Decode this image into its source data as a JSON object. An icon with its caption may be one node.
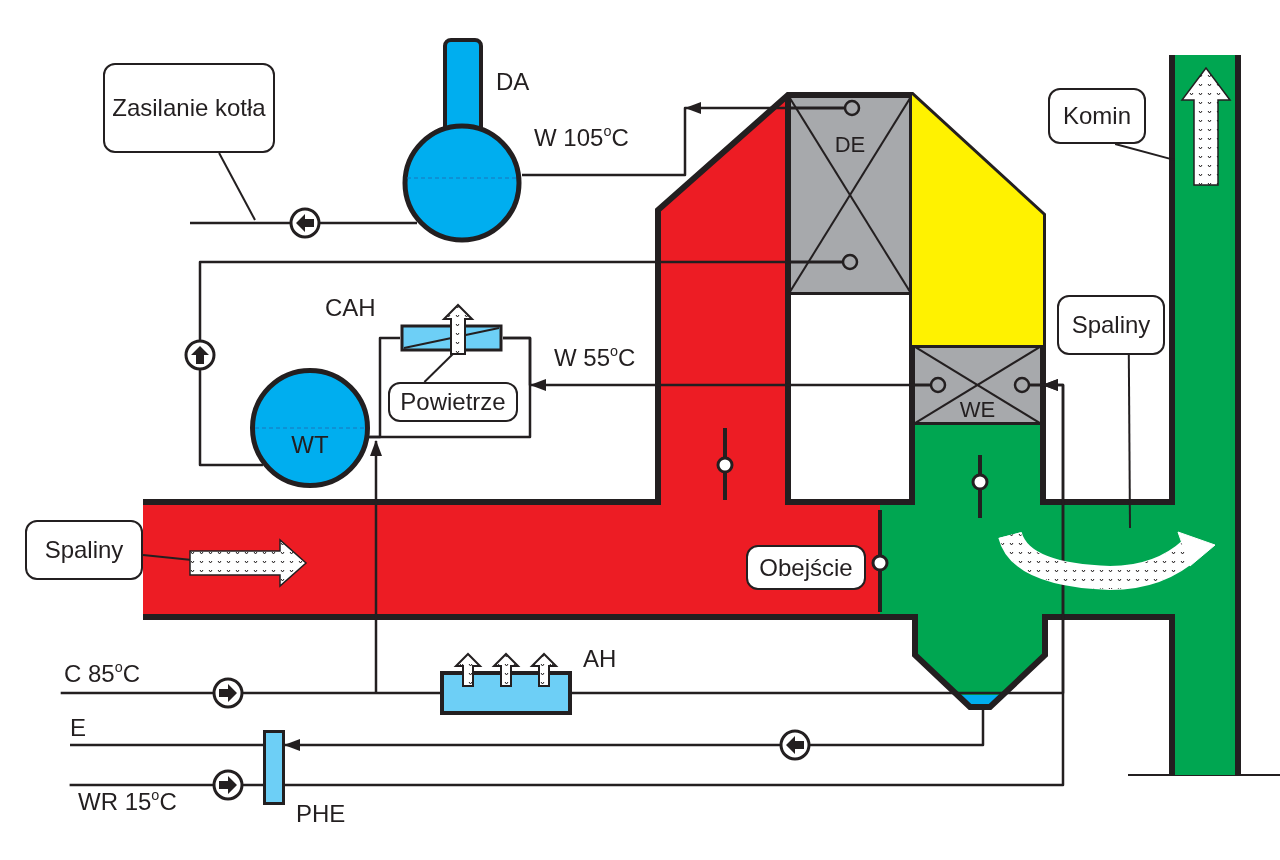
{
  "diagram": {
    "nodes": [
      {
        "text": [
          "Zasilanie kotła"
        ]
      },
      {
        "text": [
          "Komin"
        ]
      },
      {
        "text": [
          "Spaliny"
        ]
      },
      {
        "text": [
          "Spaliny"
        ]
      },
      {
        "text": [
          "Powietrze"
        ]
      },
      {
        "text": [
          "Obejście"
        ]
      },
      {
        "text": [],
        "shape": "cylinder",
        "beside": [
          "DA"
        ]
      },
      {
        "text": [
          "WT"
        ]
      },
      {
        "text": [
          "DE"
        ]
      },
      {
        "text": [
          "WE"
        ]
      },
      {
        "text": [],
        "shape": "box",
        "beside": [
          "CAH"
        ]
      },
      {
        "text": [],
        "shape": "box",
        "beside": [
          "AH"
        ]
      },
      {
        "text": [],
        "shape": "box",
        "beside": [
          "PHE"
        ]
      },
      {
        "text": [],
        "shape": "bar"
      },
      {
        "text": [
          "C 85$^{o}$C"
        ]
      },
      {
        "text": [
          "E"
        ]
      },
      {
        "text": [
          "WR 15$^{o}$C"
        ]
      },
      {
        "text": [],
        "shape": "box"
      }
    ],
    "edges": [
      {
        "from": 8,
        "to": 6,
        "arrow": "to",
        "label": "W 105$^{o}$C"
      },
      {
        "from": 6,
        "to": null,
        "arrow": "none"
      },
      {
        "from": 0,
        "to": null,
        "arrow": "none"
      },
      {
        "from": 8,
        "to": 7,
        "arrow": "none"
      },
      {
        "from": 9,
        "to": 10,
        "arrow": "to",
        "label": "W 55$^{o}$C"
      },
      {
        "from": 10,
        "to": 7,
        "arrow": "none"
      },
      {
        "from": null,
        "to": 7,
        "arrow": "to"
      },
      {
        "from": 14,
        "to": 11,
        "arrow": "none"
      },
      {
        "from": 11,
        "to": 9,
        "arrow": "to"
      },
      {
        "from": null,
        "to": 12,
        "arrow": "to"
      },
      {
        "from": 12,
        "to": 15,
        "arrow": "none"
      },
      {
        "from": 16,
        "to": 12,
        "arrow": "none"
      },
      {
        "from": 12,
        "to": 9,
        "arrow": "to"
      },
      {
        "from": 1,
        "to": 13,
        "arrow": "none"
      },
      {
        "from": 2,
        "to": null,
        "arrow": "none"
      },
      {
        "from": 3,
        "to": null,
        "arrow": "none"
      },
      {
        "from": 4,
        "to": 10,
        "arrow": "none"
      },
      {
        "from": 10,
        "to": 7,
        "arrow": "none"
      }
    ]
  }
}
